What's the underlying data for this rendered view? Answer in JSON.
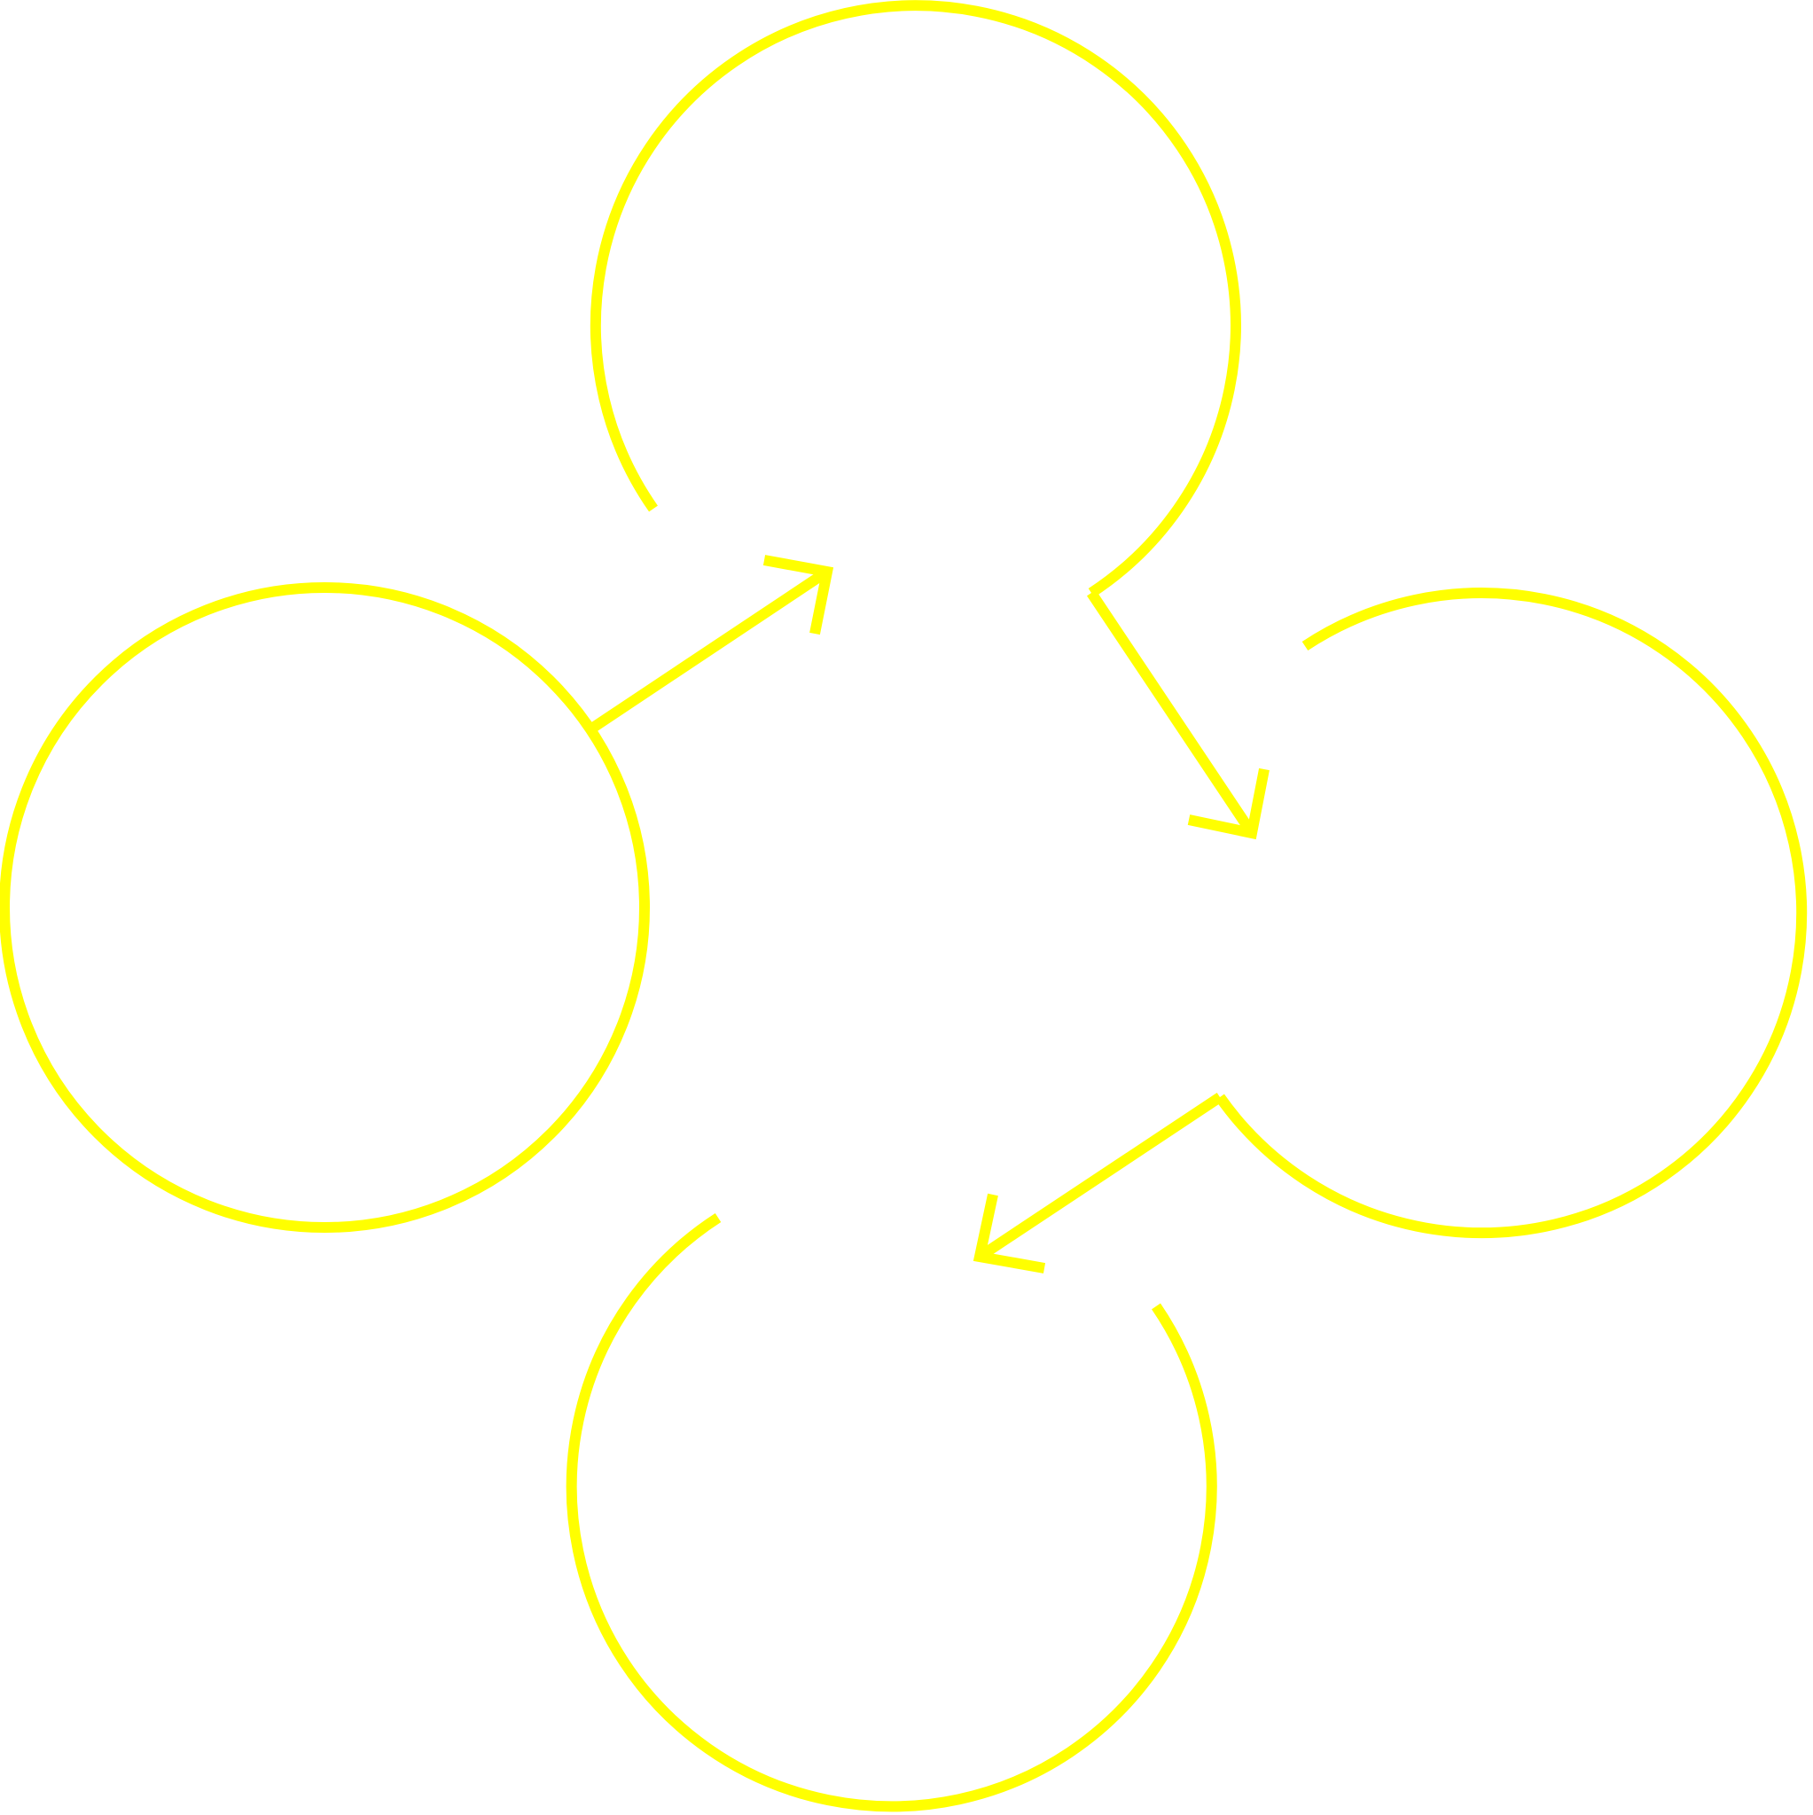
{
  "diagram": {
    "type": "cyclic-arrow-flower",
    "description_visible_text": "",
    "stroke_color": "#ffff00",
    "background_color": "#ffffff",
    "element_count": 4,
    "elements": [
      {
        "name": "top-loop",
        "shape": "open-circle-with-arrow"
      },
      {
        "name": "left-loop",
        "shape": "circle-with-arrow"
      },
      {
        "name": "right-loop",
        "shape": "open-circle-with-arrow"
      },
      {
        "name": "bottom-loop",
        "shape": "open-arc"
      }
    ]
  }
}
